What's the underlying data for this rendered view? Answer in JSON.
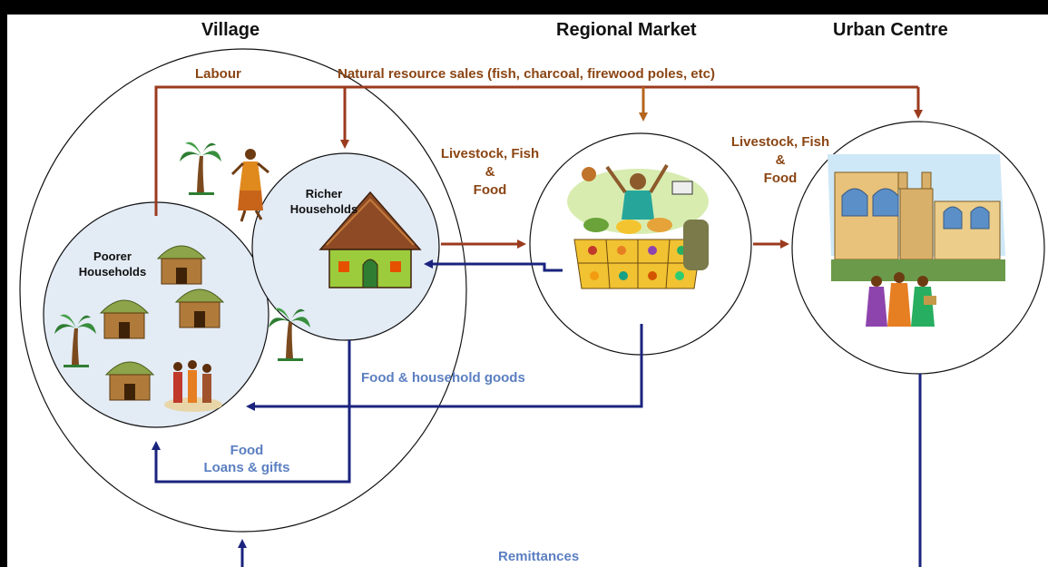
{
  "colors": {
    "brown_flow": "#9b3a1e",
    "orange_flow": "#b5651d",
    "blue_flow": "#1a237e",
    "text_brown": "#8b4513",
    "text_blue": "#5b7fc1",
    "circle_fill_light": "#e3ebf5",
    "white": "#ffffff"
  },
  "headers": {
    "village": "Village",
    "regional_market": "Regional Market",
    "urban_centre": "Urban Centre"
  },
  "flows": {
    "labour": "Labour",
    "natural_resource_sales": "Natural resource sales (fish, charcoal, firewood poles, etc)",
    "livestock_1": [
      "Livestock, Fish",
      "&",
      "Food"
    ],
    "livestock_2": [
      "Livestock, Fish",
      "&",
      "Food"
    ],
    "food_household_goods": "Food & household goods",
    "food_loans": [
      "Food",
      "Loans & gifts"
    ],
    "remittances": "Remittances"
  },
  "nodes": {
    "richer": [
      "Richer",
      "Households"
    ],
    "poorer": [
      "Poorer",
      "Households"
    ]
  },
  "icons": [
    "palm-tree-icon",
    "dancer-icon",
    "hut-icon",
    "village-huts-icon",
    "villagers-icon",
    "market-vendor-icon",
    "city-buildings-icon",
    "townspeople-icon"
  ]
}
